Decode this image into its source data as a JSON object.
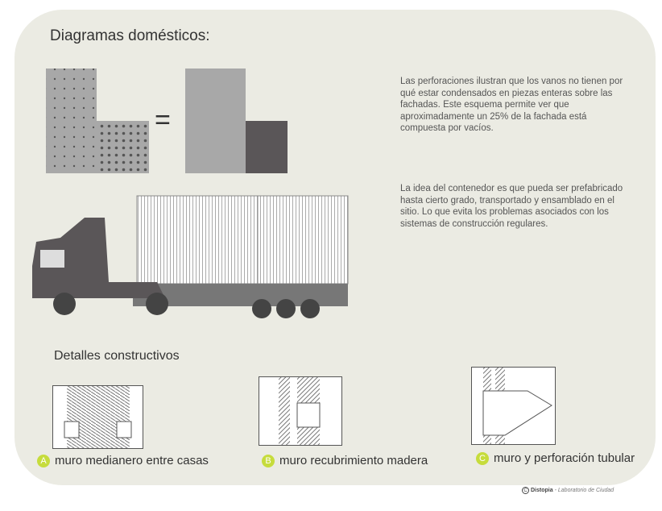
{
  "title": "Diagramas domésticos:",
  "diagram": {
    "equals": "=",
    "void_ratio": "25%"
  },
  "paragraphs": [
    "Las perforaciones ilustran que los vanos no tienen por qué estar condensados en piezas enteras sobre las fachadas. Este esquema permite ver que aproximadamente un 25% de la fachada está compuesta por vacíos.",
    "La idea del contenedor es que pueda ser prefabricado hasta cierto grado, transportado y ensamblado en el sitio. Lo que evita los problemas asociados con los sistemas de construcción regulares."
  ],
  "details_title": "Detalles constructivos",
  "details": [
    {
      "badge": "A",
      "label": "muro medianero entre casas"
    },
    {
      "badge": "B",
      "label": "muro recubrimiento madera"
    },
    {
      "badge": "C",
      "label": "muro y perforación tubular"
    }
  ],
  "credit": {
    "symbol": "C",
    "brand": "Distopia",
    "rest": " - Laboratorio de Ciudad"
  },
  "colors": {
    "panel": "#ebebe3",
    "accent": "#c6dc3c",
    "dark": "#5a5658",
    "light": "#a8a8a8"
  }
}
